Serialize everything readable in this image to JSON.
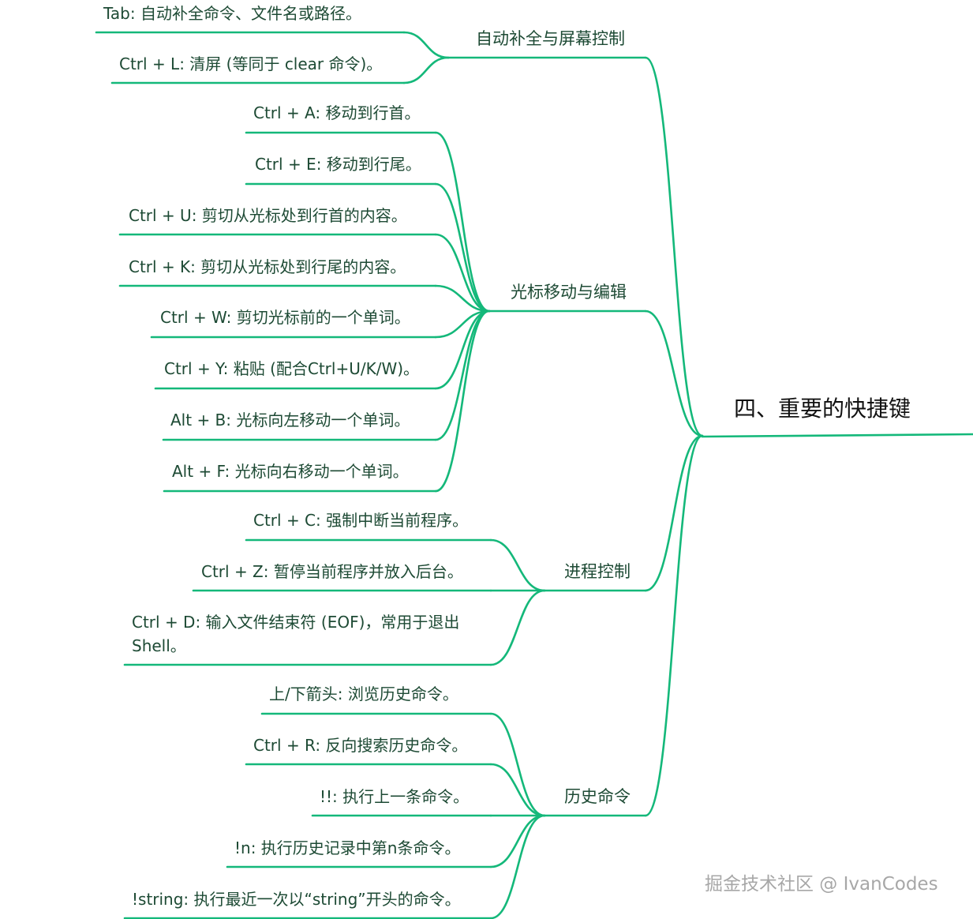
{
  "root": {
    "label": "四、重要的快捷键"
  },
  "branches": [
    {
      "label": "自动补全与屏幕控制",
      "items": [
        "Tab: 自动补全命令、文件名或路径。",
        "Ctrl + L: 清屏 (等同于 clear 命令)。"
      ]
    },
    {
      "label": "光标移动与编辑",
      "items": [
        "Ctrl + A: 移动到行首。",
        "Ctrl + E: 移动到行尾。",
        "Ctrl + U: 剪切从光标处到行首的内容。",
        "Ctrl + K: 剪切从光标处到行尾的内容。",
        "Ctrl + W: 剪切光标前的一个单词。",
        "Ctrl + Y: 粘贴 (配合Ctrl+U/K/W)。",
        "Alt + B: 光标向左移动一个单词。",
        "Alt + F: 光标向右移动一个单词。"
      ]
    },
    {
      "label": "进程控制",
      "items": [
        "Ctrl + C: 强制中断当前程序。",
        "Ctrl + Z: 暂停当前程序并放入后台。",
        "Ctrl + D: 输入文件结束符 (EOF)，常用于退出Shell。"
      ]
    },
    {
      "label": "历史命令",
      "items": [
        "上/下箭头: 浏览历史命令。",
        "Ctrl + R: 反向搜索历史命令。",
        "!!: 执行上一条命令。",
        "!n: 执行历史记录中第n条命令。",
        "!string: 执行最近一次以“string”开头的命令。"
      ]
    }
  ],
  "watermark": "掘金技术社区 @ IvanCodes",
  "colors": {
    "link": "#14b87a",
    "text": "#1d4a34",
    "root_text": "#111111"
  }
}
